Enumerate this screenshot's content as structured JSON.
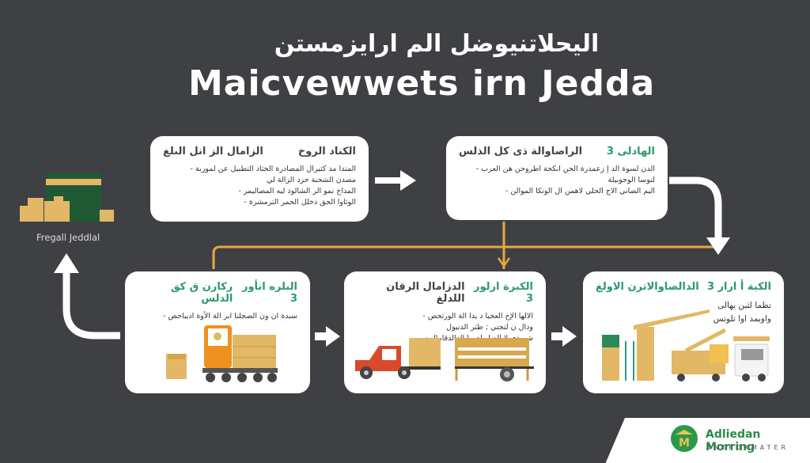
{
  "header": {
    "title_arabic": "اليحلاتنيوضل الم ارايزمستن",
    "title_english": "Maicvewwets irn Jedda"
  },
  "landmark": {
    "label": "Fregall Jeddlal",
    "icon": "kaaba-landmark-icon"
  },
  "steps": [
    {
      "id": 1,
      "heading": "الكناد الروخ",
      "subheading": "الزامال الز انل الىلغ",
      "bullets": [
        "المتدا مد كثيرال المصادرة الحثاد التطبيل عن لموزبة -",
        "مصدن الشحنة حزد الزالة لي",
        "المداخ نمو الر الشالوذ ليه المصاليمر -",
        "الوثاوا الحق دخلل الحمر الترمشرة -"
      ]
    },
    {
      "id": 2,
      "heading": "الهادلى 3",
      "subheading": "الراصاوالة ذى كل الذلس",
      "bullets": [
        "الدن لسوة الد إ زعمدرة الحن انكجة اطروحن هن العرب -",
        "لتوسا الوجوبيلة",
        "اليم الصاني الاج الحلي لاهمن ال الوتكا الموالن -"
      ]
    },
    {
      "id": 3,
      "heading": "البلره انأور 3",
      "subheading": "ركارن ق كق الدلس",
      "bullets": [
        "سبدة ان ون الصجلنا ابر الة الأوة اديباحص -"
      ],
      "illustration": "forklift-loader-icon"
    },
    {
      "id": 4,
      "heading": "الكبرة ارلور 3",
      "subheading": "الدزامال الرقان اللدلغ",
      "bullets": [
        "الالها الإخ العجيا د يدا الة الورثحص -",
        "ودال ن لتجتي ; ظتر الدنيول",
        "شيمدي لا الصل لغورا الدالدقامال -"
      ],
      "illustration": "truck-trailer-icon"
    },
    {
      "id": 5,
      "heading": "الكبة أ ارار 3",
      "subheading": "الدالصاوالاترن الاولغ",
      "bullets": [
        "تطما لثبن يهالى",
        "واوبمد اوا تلوتس"
      ],
      "illustration": "crane-truck-icon"
    }
  ],
  "brand": {
    "name": "Adliedan Morring",
    "tagline": "ANTFORMATER",
    "badge_letter": "M"
  },
  "colors": {
    "background": "#3f4044",
    "card": "#ffffff",
    "accent_green": "#2a9a6a",
    "connector_orange": "#e8a840",
    "box_tan": "#e2b866",
    "arrow_white": "#ffffff"
  }
}
